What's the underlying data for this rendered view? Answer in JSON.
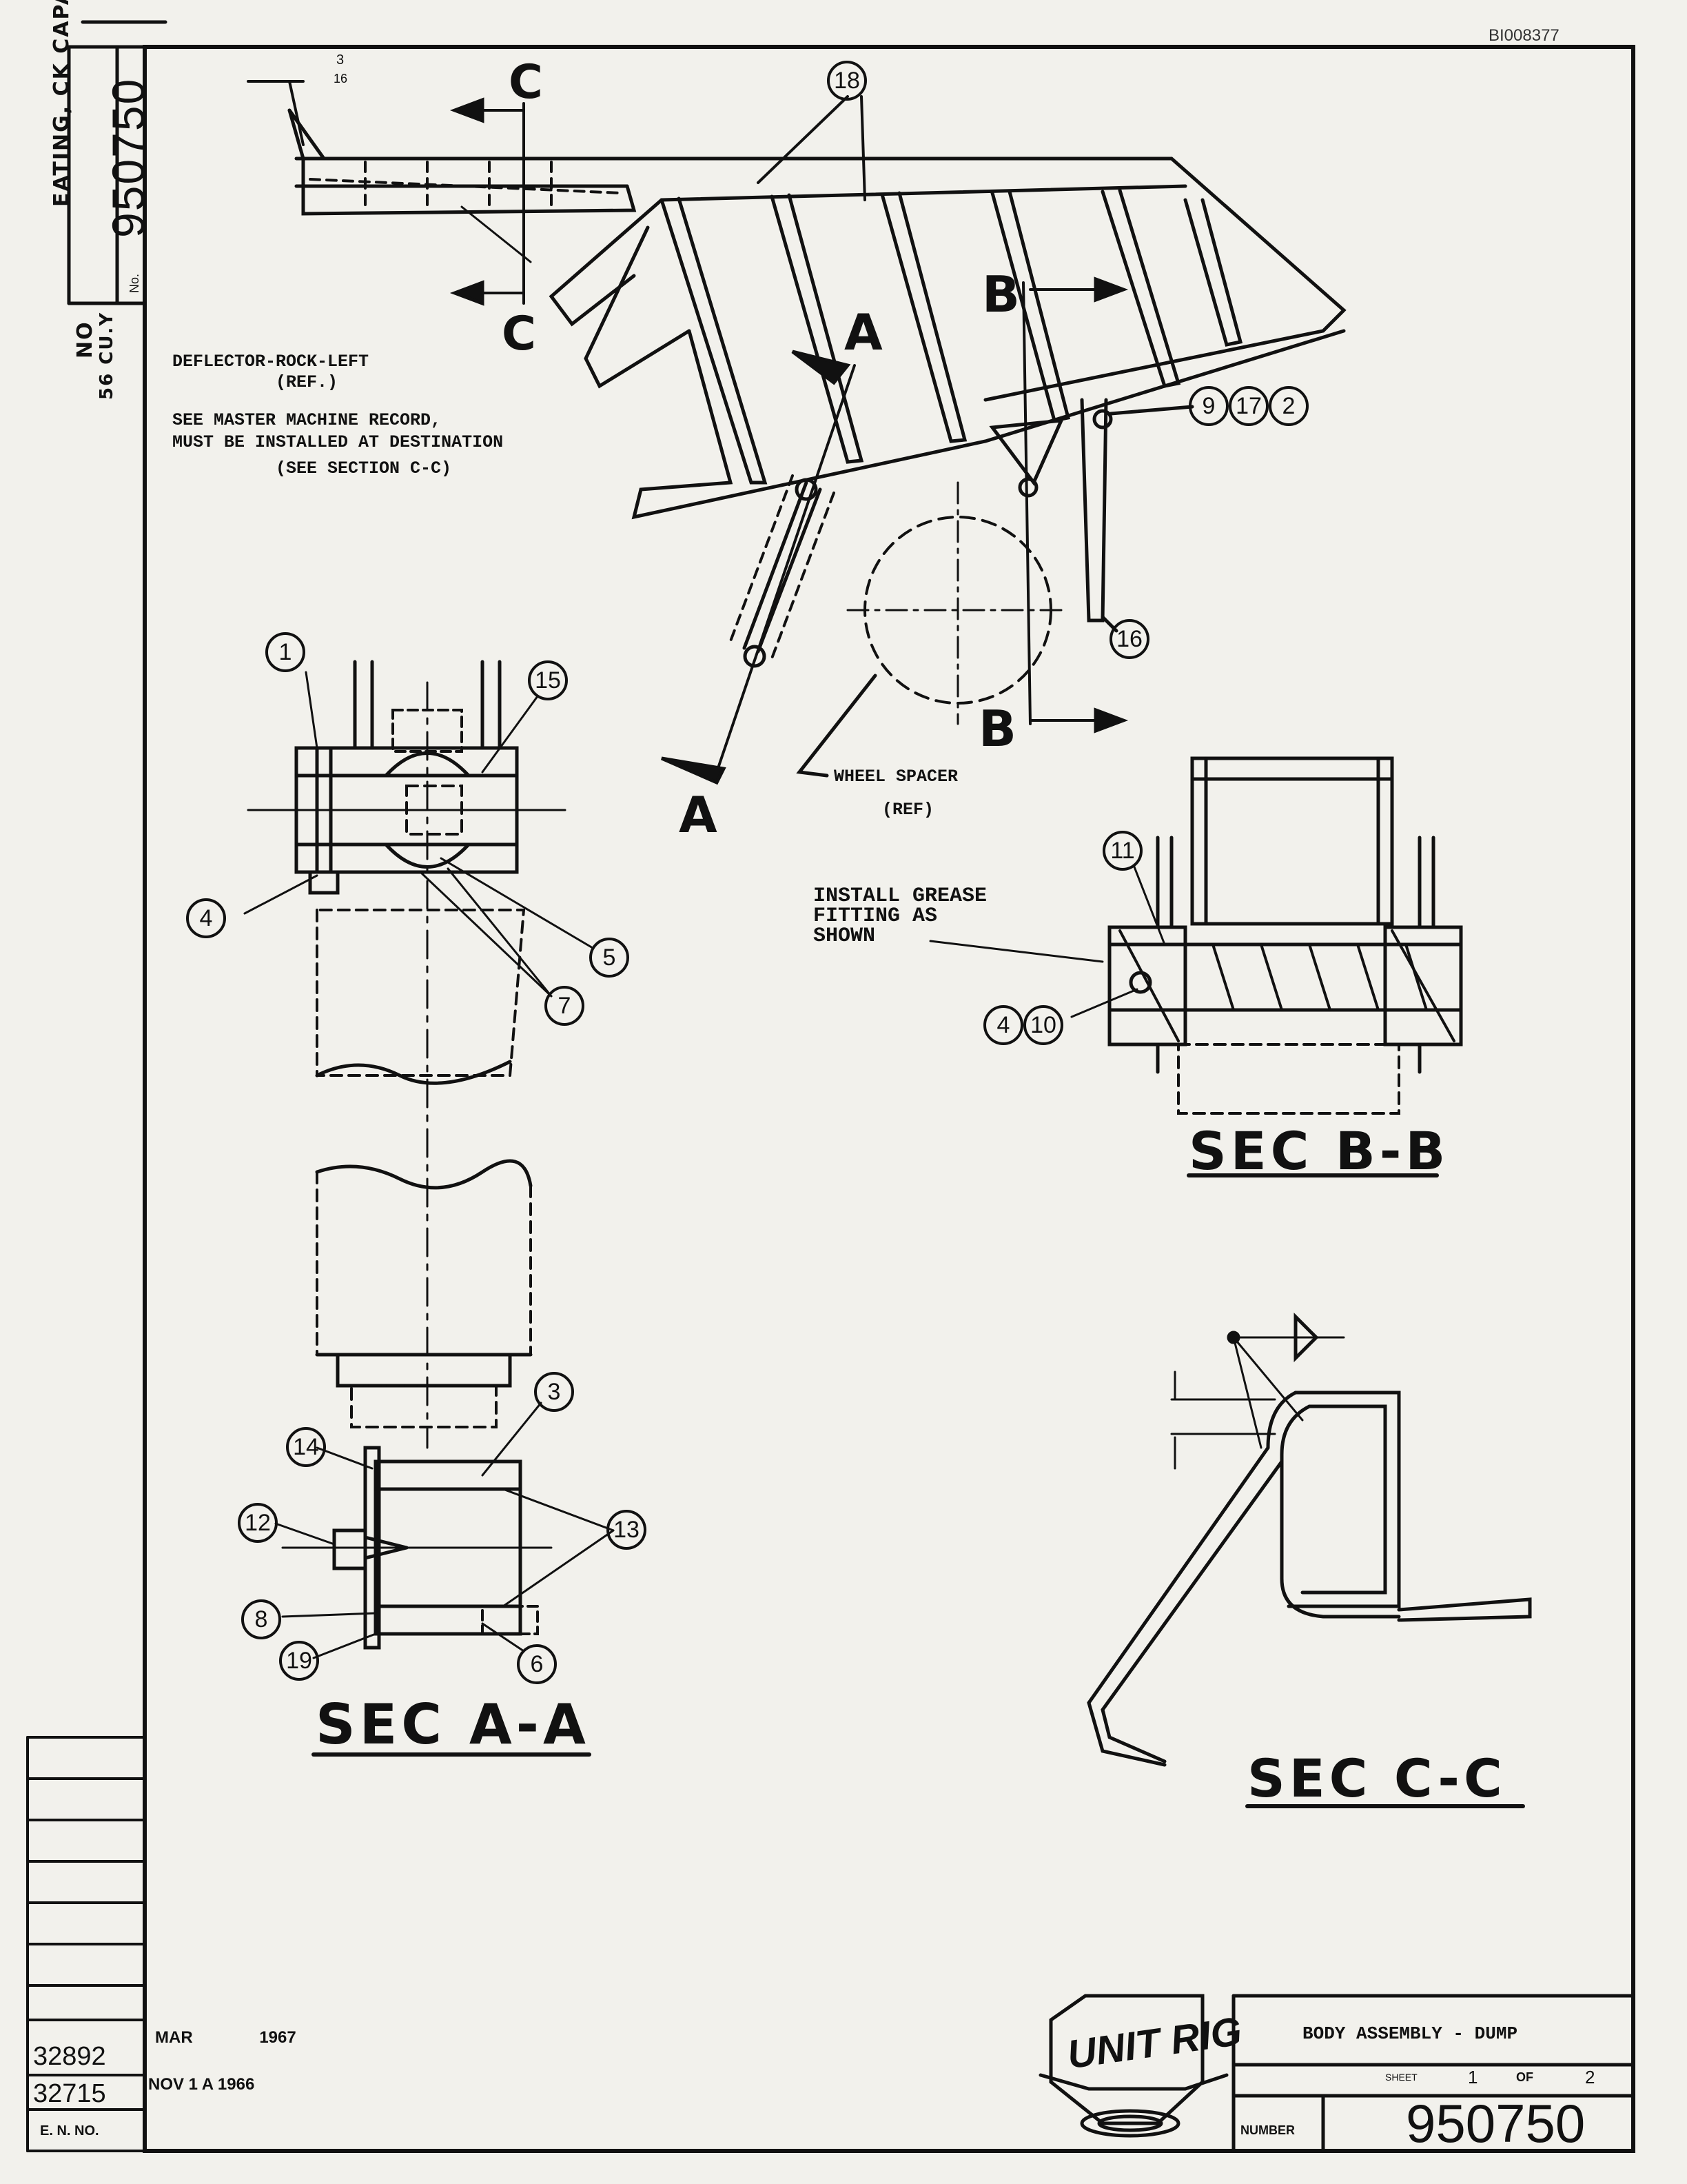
{
  "doc_id": "BI008377",
  "side_strip": {
    "heading": "EATING, CK CAPACITY",
    "no_label": "No.",
    "drawing_number": "950750",
    "truck_no": "NO",
    "capacity": "56 CU.Y"
  },
  "section_cuts": {
    "a": "A",
    "b": "B",
    "c": "C"
  },
  "weld_fraction": {
    "numerator": "3",
    "denominator": "16"
  },
  "notes": {
    "deflector_line1": "DEFLECTOR-ROCK-LEFT",
    "deflector_line2": "(REF.)",
    "master_line1": "SEE MASTER MACHINE RECORD,",
    "master_line2": "MUST BE INSTALLED AT DESTINATION",
    "master_line3": "(SEE SECTION C-C)",
    "wheel_line1": "WHEEL SPACER",
    "wheel_line2": "(REF)",
    "grease_line1": "INSTALL GREASE",
    "grease_line2": "FITTING AS",
    "grease_line3": "SHOWN"
  },
  "balloons": {
    "b1": "1",
    "b2": "2",
    "b3": "3",
    "b4": "4",
    "b4b": "4",
    "b5": "5",
    "b6": "6",
    "b7": "7",
    "b8": "8",
    "b9": "9",
    "b10": "10",
    "b11": "11",
    "b12": "12",
    "b13": "13",
    "b14": "14",
    "b15": "15",
    "b16": "16",
    "b17": "17",
    "b18": "18",
    "b19": "19"
  },
  "section_titles": {
    "aa": "SEC A-A",
    "bb": "SEC B-B",
    "cc": "SEC C-C"
  },
  "revisions": {
    "row1_en": "32892",
    "row1_date": "MAR 1967",
    "row2_en": "32715",
    "row2_date": "NOV 1 A 1966",
    "en_label": "E. N. NO."
  },
  "logo_text": "UNIT RIG",
  "title_block": {
    "title": "BODY ASSEMBLY - DUMP",
    "sheet_label": "SHEET",
    "sheet": "1",
    "of_label": "OF",
    "of": "2",
    "number_label": "NUMBER",
    "number": "950750"
  }
}
